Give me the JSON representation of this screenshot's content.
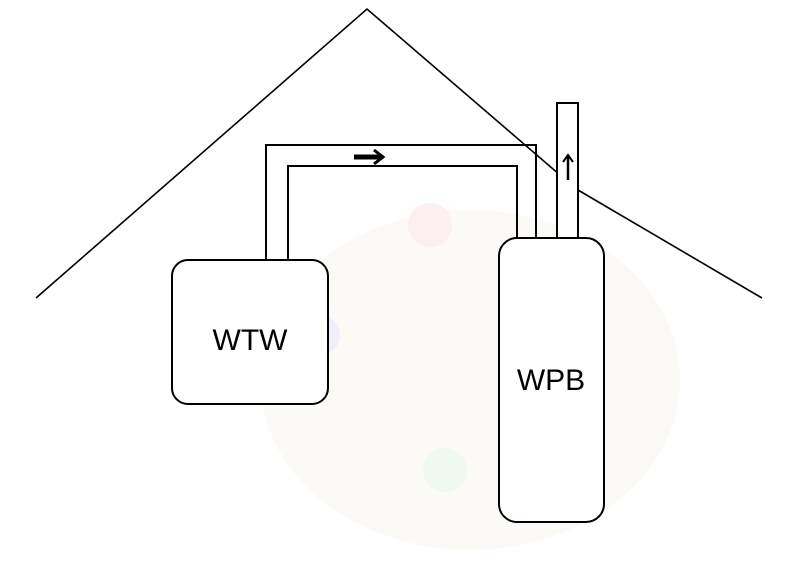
{
  "diagram": {
    "boxes": [
      {
        "id": "wtw",
        "label": "WTW"
      },
      {
        "id": "wpb",
        "label": "WPB"
      }
    ],
    "flow_arrows": [
      {
        "id": "pipe-flow",
        "direction": "right"
      },
      {
        "id": "chimney-flow",
        "direction": "up"
      }
    ],
    "colors": {
      "stroke": "#000000",
      "background": "#ffffff"
    }
  }
}
